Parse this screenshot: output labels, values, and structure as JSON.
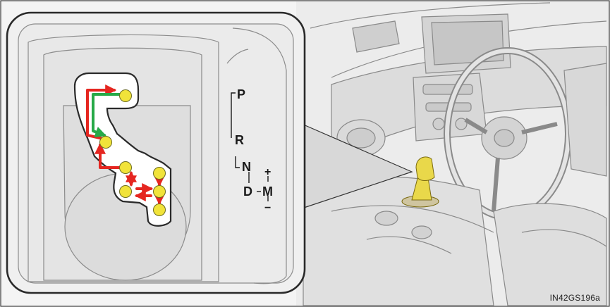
{
  "shift_positions": {
    "p": "P",
    "r": "R",
    "n": "N",
    "d": "D",
    "m": "M",
    "plus": "+",
    "minus": "−"
  },
  "figure_code": "IN42GS196a",
  "colors": {
    "lever_highlight": "#e9d84a",
    "gate_dot": "#f1e33a",
    "arrow_red": "#e52620",
    "arrow_green": "#27a948",
    "line_art": "#7a7a7a",
    "panel_fill": "#eeeeee"
  }
}
